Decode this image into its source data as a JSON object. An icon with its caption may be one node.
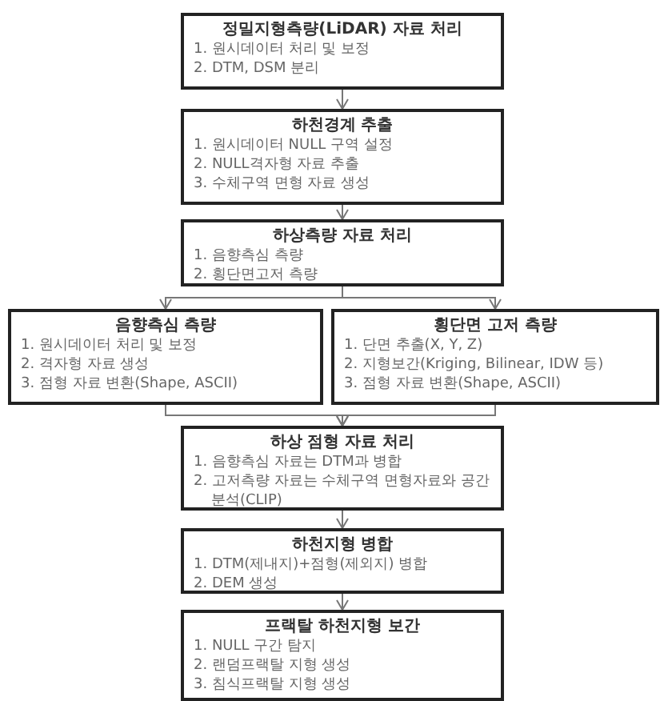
{
  "diagram": {
    "nodes": [
      {
        "text": [
          "정밀지형측량(LiDAR) 자료 처리",
          "1. 원시데이터 처리 및 보정",
          "2. DTM, DSM 분리"
        ]
      },
      {
        "text": [
          "하천경계 추출",
          "1. 원시데이터 NULL 구역 설정",
          "2. NULL격자형 자료 추출",
          "3. 수체구역 면형 자료 생성"
        ]
      },
      {
        "text": [
          "하상측량 자료 처리",
          "1. 음향측심 측량",
          "2. 횡단면고저 측량"
        ]
      },
      {
        "text": [
          "음향측심 측량",
          "1. 원시데이터 처리 및 보정",
          "2. 격자형 자료 생성",
          "3. 점형 자료 변환(Shape, ASCII)"
        ]
      },
      {
        "text": [
          "횡단면 고저 측량",
          "1. 단면 추출(X, Y, Z)",
          "2. 지형보간(Kriging, Bilinear, IDW 등)",
          "3. 점형 자료 변환(Shape, ASCII)"
        ]
      },
      {
        "text": [
          "하상 점형 자료 처리",
          "1. 음향측심 자료는 DTM과 병합",
          "2. 고저측량 자료는 수체구역 면형자료와 공간분석(CLIP)"
        ]
      },
      {
        "text": [
          "하천지형 병합",
          "1. DTM(제내지)+점형(제외지) 병합",
          "2. DEM 생성"
        ]
      },
      {
        "text": [
          "프랙탈 하천지형 보간",
          "1. NULL 구간 탐지",
          "2. 랜덤프랙탈 지형 생성",
          "3. 침식프랙탈 지형 생성"
        ]
      }
    ],
    "edges": [
      {
        "from": 0,
        "to": 1,
        "arrow": "to"
      },
      {
        "from": 1,
        "to": 2,
        "arrow": "to"
      },
      {
        "from": 2,
        "to": 3,
        "arrow": "to"
      },
      {
        "from": 2,
        "to": 4,
        "arrow": "to"
      },
      {
        "from": 3,
        "to": 5,
        "arrow": "to"
      },
      {
        "from": 4,
        "to": 5,
        "arrow": "to"
      },
      {
        "from": 5,
        "to": 6,
        "arrow": "to"
      },
      {
        "from": 6,
        "to": 7,
        "arrow": "to"
      }
    ]
  }
}
